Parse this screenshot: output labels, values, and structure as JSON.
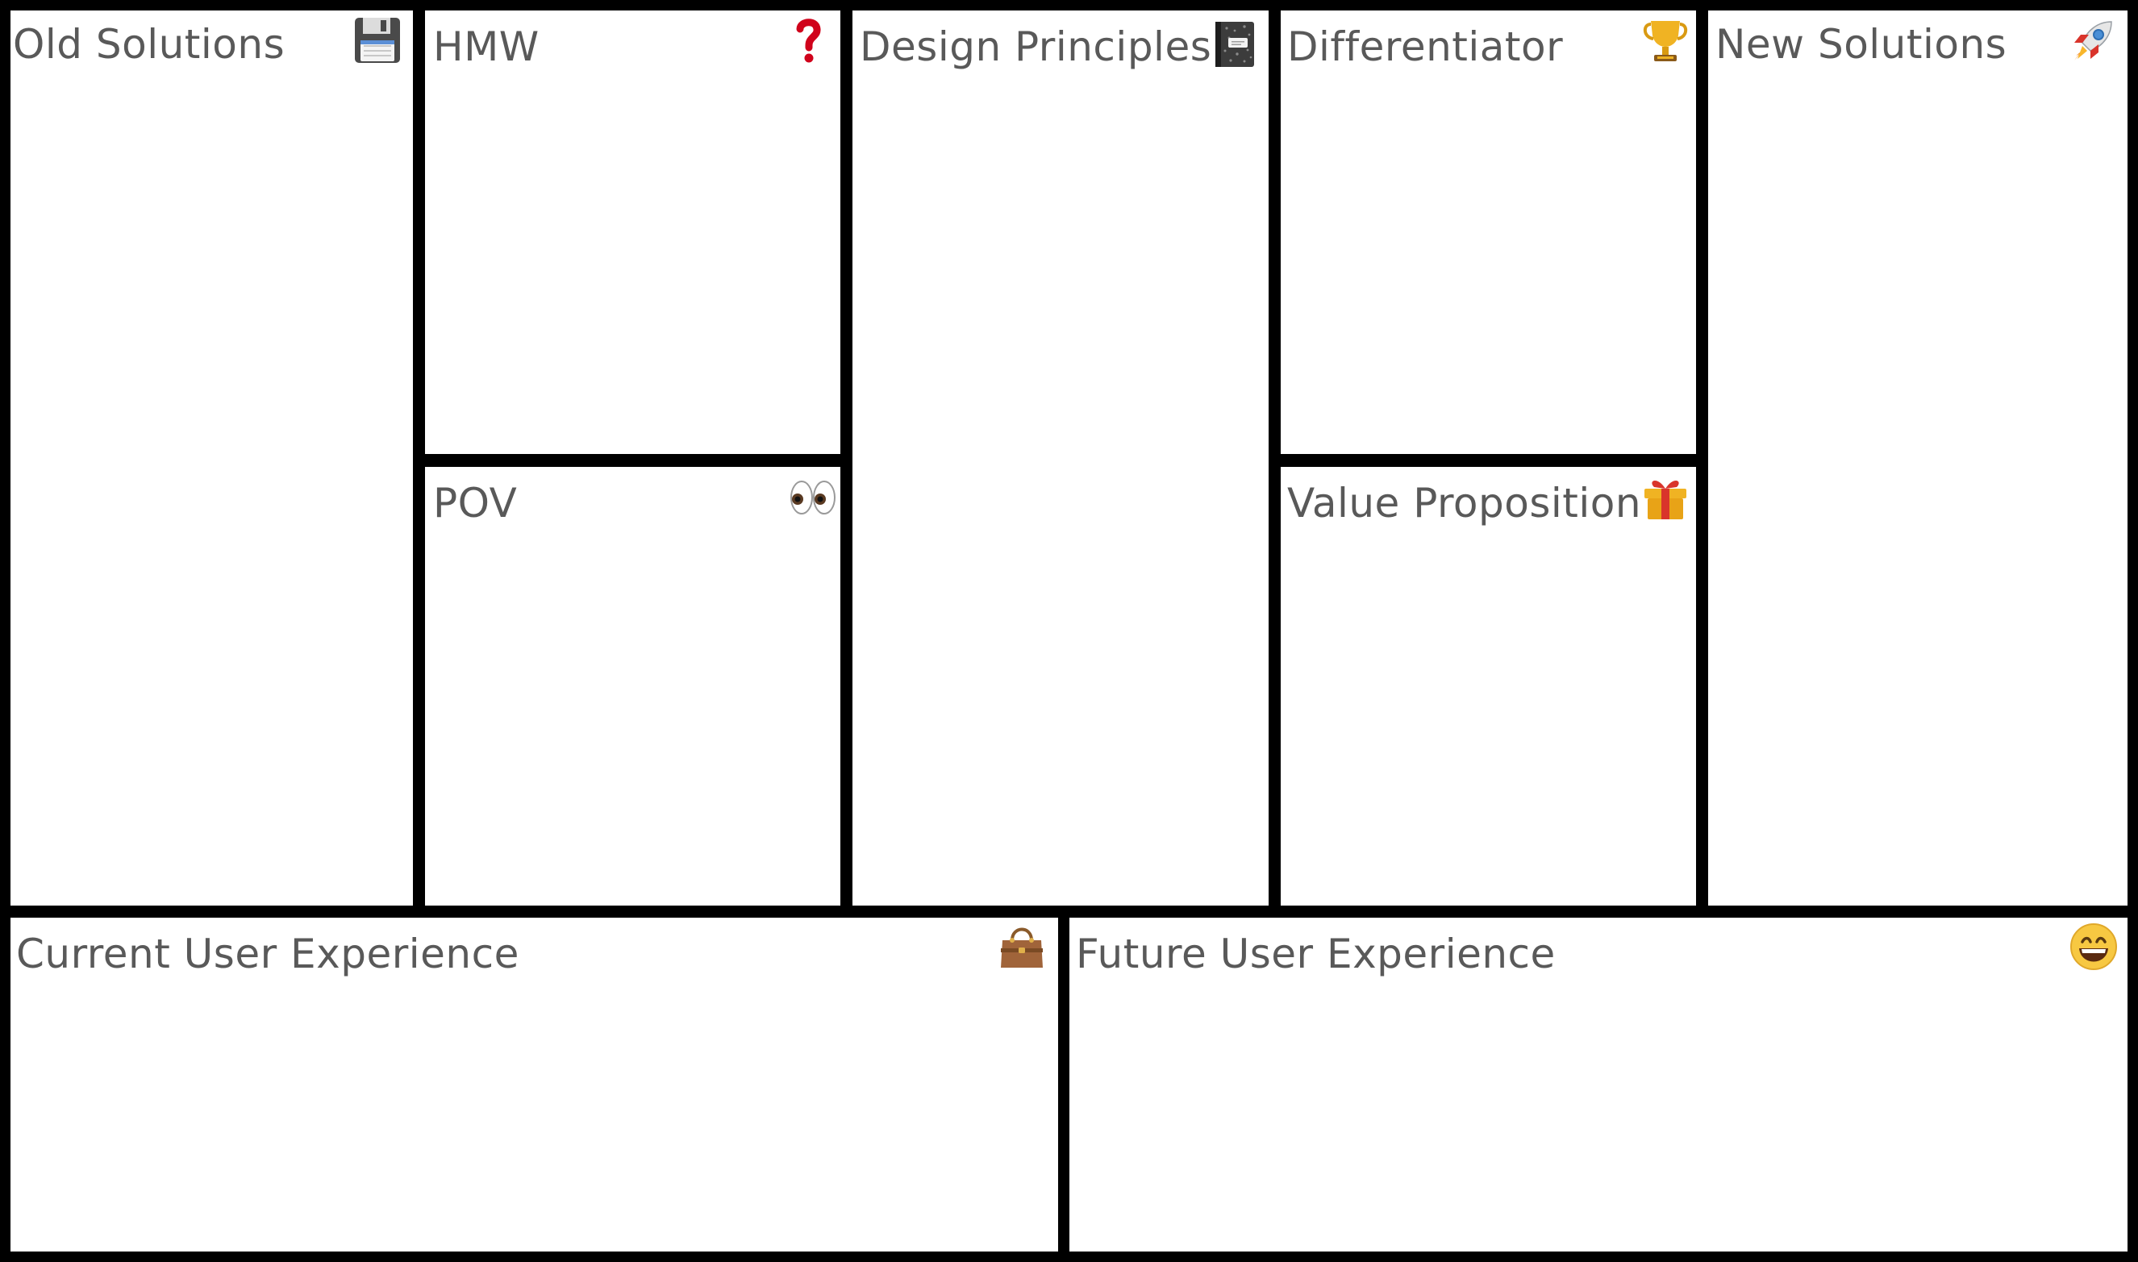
{
  "canvas": {
    "panels": {
      "old_solutions": {
        "title": "Old Solutions",
        "icon": "floppy-disk-icon"
      },
      "hmw": {
        "title": "HMW",
        "icon": "question-mark-icon"
      },
      "pov": {
        "title": "POV",
        "icon": "eyes-icon"
      },
      "design_principles": {
        "title": "Design Principles",
        "icon": "notebook-icon"
      },
      "differentiator": {
        "title": "Differentiator",
        "icon": "trophy-icon"
      },
      "value_proposition": {
        "title": "Value Proposition",
        "icon": "gift-icon"
      },
      "new_solutions": {
        "title": "New Solutions",
        "icon": "rocket-icon"
      },
      "current_user_experience": {
        "title": "Current User Experience",
        "icon": "handbag-icon"
      },
      "future_user_experience": {
        "title": "Future User Experience",
        "icon": "smiling-face-icon"
      }
    }
  },
  "colors": {
    "background": "#000000",
    "panel": "#ffffff",
    "title_text": "#595959",
    "question_mark": "#d0021b",
    "trophy": "#f0b323",
    "gift": "#e8a317",
    "handbag": "#a0643a",
    "smiley": "#f7c842"
  }
}
